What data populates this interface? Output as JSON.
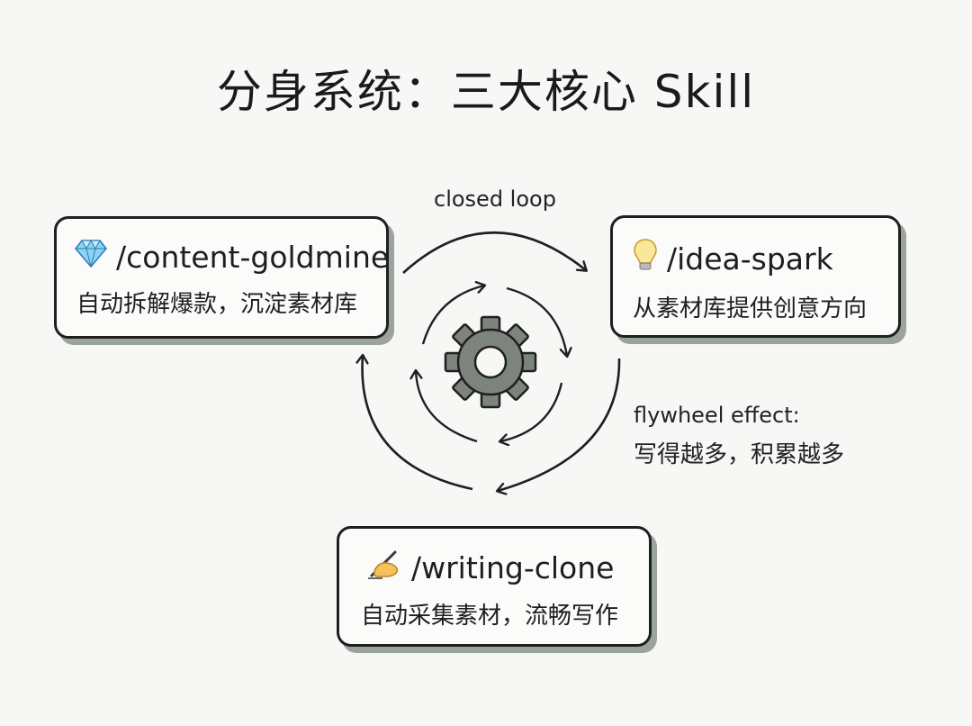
{
  "title": "分身系统：三大核心 Skill",
  "nodes": {
    "goldmine": {
      "name": "/content-goldmine",
      "desc": "自动拆解爆款，沉淀素材库",
      "icon": "gem-icon"
    },
    "spark": {
      "name": "/idea-spark",
      "desc": "从素材库提供创意方向",
      "icon": "lightbulb-icon"
    },
    "clone": {
      "name": "/writing-clone",
      "desc": "自动采集素材，流畅写作",
      "icon": "writing-hand-icon"
    }
  },
  "labels": {
    "closed_loop": "closed loop",
    "flywheel_title": "flywheel effect:",
    "flywheel_text": "写得越多，积累越多"
  },
  "colors": {
    "gear": "#7d847e",
    "card_shadow": "#9aa39c",
    "stroke": "#1f1f1f"
  }
}
